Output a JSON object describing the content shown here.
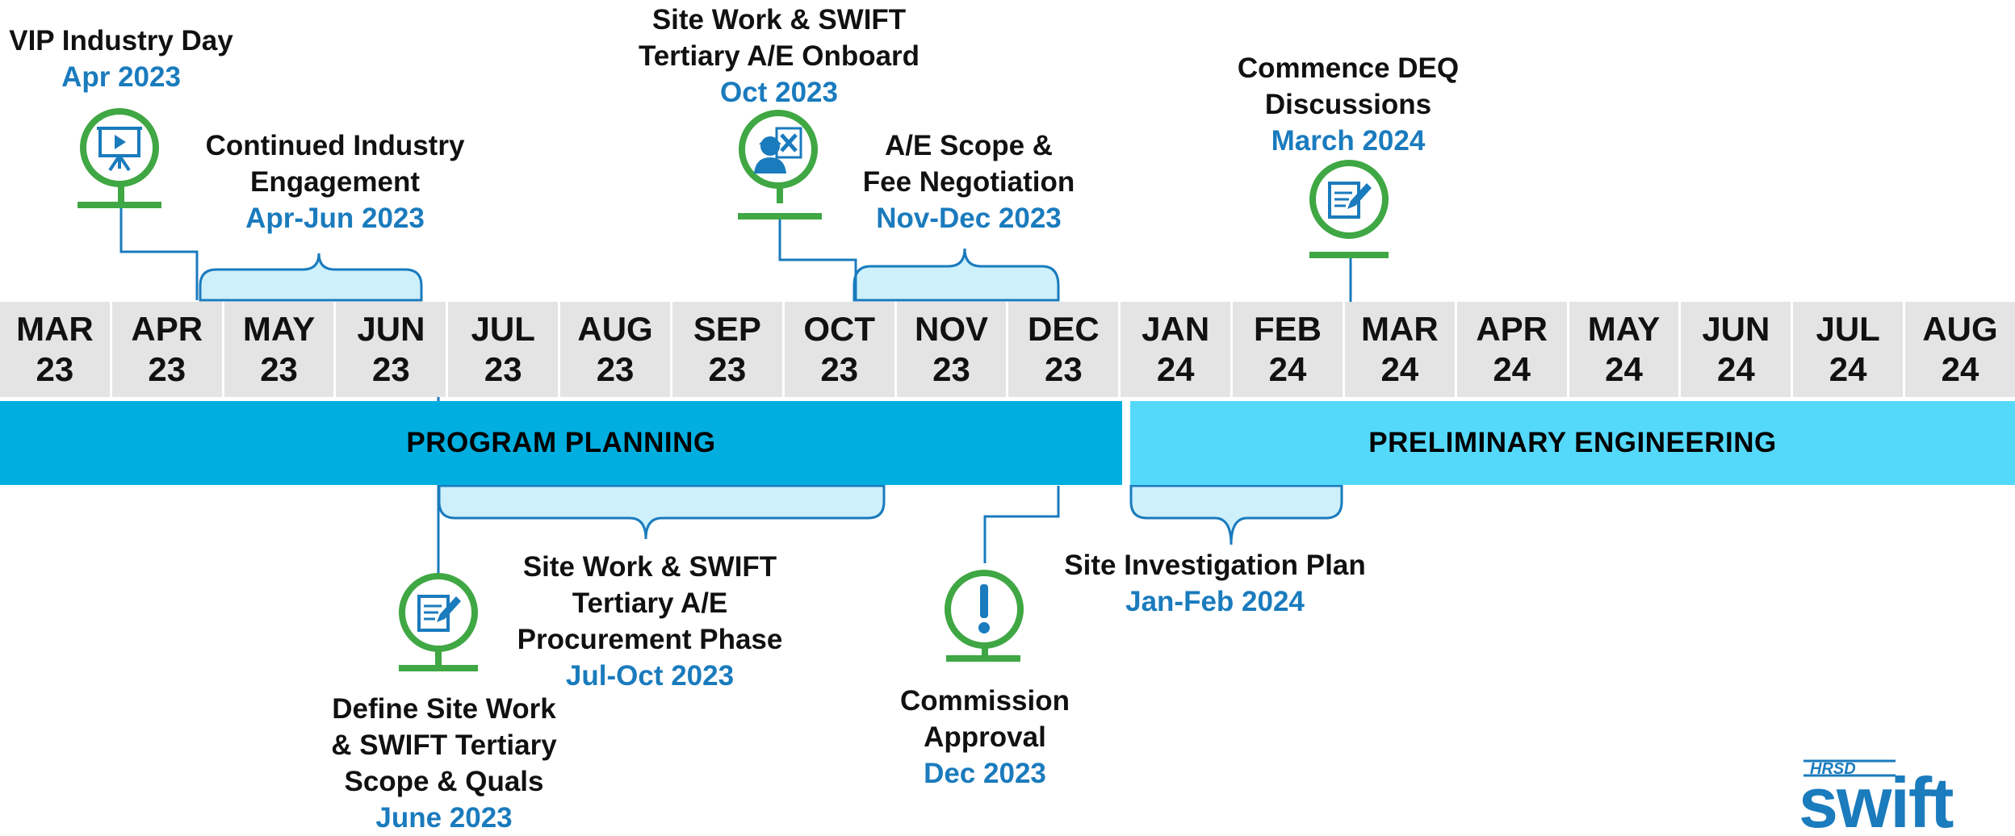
{
  "months": [
    {
      "m": "MAR",
      "y": "23"
    },
    {
      "m": "APR",
      "y": "23"
    },
    {
      "m": "MAY",
      "y": "23"
    },
    {
      "m": "JUN",
      "y": "23"
    },
    {
      "m": "JUL",
      "y": "23"
    },
    {
      "m": "AUG",
      "y": "23"
    },
    {
      "m": "SEP",
      "y": "23"
    },
    {
      "m": "OCT",
      "y": "23"
    },
    {
      "m": "NOV",
      "y": "23"
    },
    {
      "m": "DEC",
      "y": "23"
    },
    {
      "m": "JAN",
      "y": "24"
    },
    {
      "m": "FEB",
      "y": "24"
    },
    {
      "m": "MAR",
      "y": "24"
    },
    {
      "m": "APR",
      "y": "24"
    },
    {
      "m": "MAY",
      "y": "24"
    },
    {
      "m": "JUN",
      "y": "24"
    },
    {
      "m": "JUL",
      "y": "24"
    },
    {
      "m": "AUG",
      "y": "24"
    }
  ],
  "phases": {
    "planning": {
      "label": "PROGRAM PLANNING",
      "color": "#00aedf"
    },
    "engineering": {
      "label": "PRELIMINARY ENGINEERING",
      "color": "#55d9fb"
    }
  },
  "milestones": {
    "vip": {
      "title": "VIP Industry Day",
      "date": "Apr 2023",
      "icon": "presentation-icon"
    },
    "industry": {
      "title": "Continued Industry\nEngagement",
      "date": "Apr-Jun 2023"
    },
    "onboard": {
      "title": "Site Work & SWIFT\nTertiary A/E Onboard",
      "date": "Oct 2023",
      "icon": "engineer-icon"
    },
    "scope_fee": {
      "title": "A/E Scope &\nFee Negotiation",
      "date": "Nov-Dec 2023"
    },
    "deq": {
      "title": "Commence DEQ\nDiscussions",
      "date": "March 2024",
      "icon": "document-edit-icon"
    },
    "procurement": {
      "title": "Site Work & SWIFT\nTertiary A/E\nProcurement Phase",
      "date": "Jul-Oct 2023"
    },
    "define": {
      "title": "Define Site Work\n& SWIFT Tertiary\nScope & Quals",
      "date": "June 2023",
      "icon": "document-edit-icon"
    },
    "commission": {
      "title": "Commission\nApproval",
      "date": "Dec 2023",
      "icon": "exclamation-icon"
    },
    "site_inv": {
      "title": "Site Investigation Plan",
      "date": "Jan-Feb 2024"
    }
  },
  "logo": {
    "org": "HRSD",
    "name": "swift"
  },
  "colors": {
    "accent": "#1a7bbd",
    "icon_green": "#3fa743",
    "bracket_fill": "#cdf0fb",
    "line": "#1a7bbd"
  }
}
